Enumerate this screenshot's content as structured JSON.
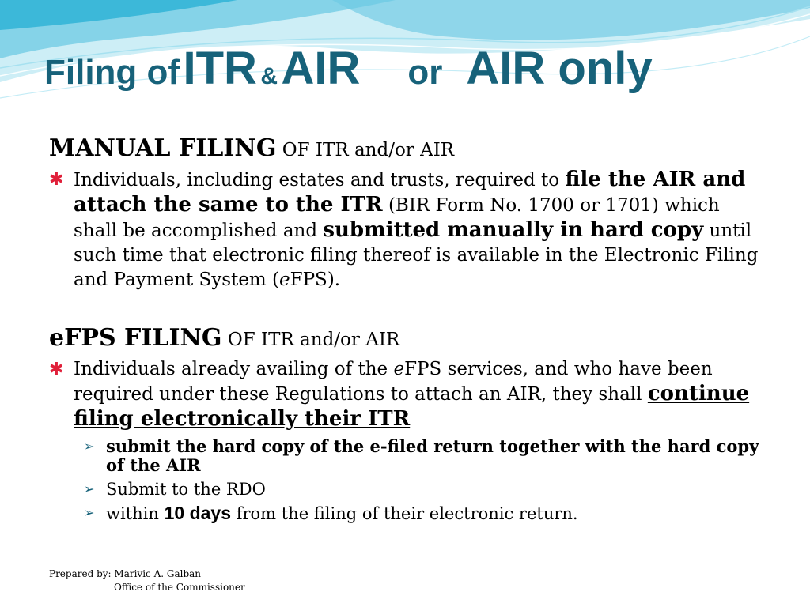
{
  "title": {
    "word1": "Filing of",
    "word2": "ITR",
    "amp": "&",
    "word3": "AIR",
    "or": "or",
    "word4": "AIR only"
  },
  "manual": {
    "heading_bold": "MANUAL FILING",
    "heading_rest": "OF ITR and/or AIR",
    "bullet": {
      "t1": "Individuals, including estates and trusts, required to",
      "b1": "file the AIR and attach the same to the ITR",
      "t2": "(BIR Form No. 1700 or 1701) which shall be accomplished and",
      "b2": "submitted manually in hard copy",
      "t3": "until such time that electronic filing thereof is available in the Electronic Filing and Payment System (",
      "t3_italic": "e",
      "t4": "FPS)."
    }
  },
  "efps": {
    "heading_bold": "eFPS FILING",
    "heading_rest": "OF ITR  and/or AIR",
    "bullet": {
      "t1": "Individuals already availing of the",
      "t1_italic": "e",
      "t2": "FPS services, and who have been required under these Regulations to attach an AIR, they shall",
      "b1": "continue filing electronically their ITR"
    },
    "subs": {
      "s1": "submit the hard copy of the e-filed return together with the hard copy of the AIR",
      "s2": "Submit to the RDO",
      "s3_pre": "within",
      "s3_num": "10 days",
      "s3_post": "from the filing of their electronic return."
    }
  },
  "footer": {
    "line1": "Prepared by: Marivic A. Galban",
    "line2": "Office of the Commissioner"
  },
  "colors": {
    "title": "#17627a",
    "bullet_star": "#e0203a",
    "wave_light": "#cdeef6",
    "wave_mid": "#8fd6ea",
    "wave_dark": "#2fb3d6"
  },
  "icons": {
    "bullet": "asterisk-icon",
    "sub_bullet": "arrow-right-icon"
  }
}
